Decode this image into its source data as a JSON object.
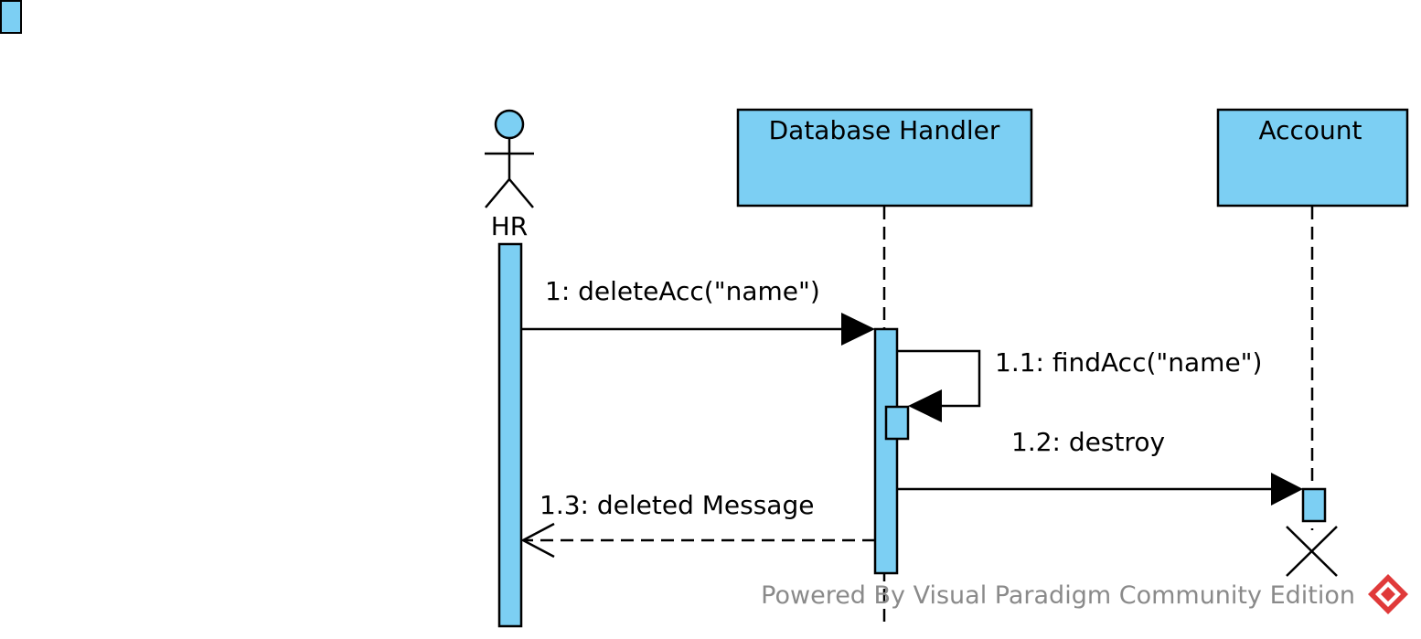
{
  "diagram": {
    "actor": {
      "label": "HR"
    },
    "lifelines": [
      {
        "id": "db",
        "label": "Database Handler"
      },
      {
        "id": "acc",
        "label": "Account"
      }
    ],
    "messages": [
      {
        "label": "1: deleteAcc(\"name\")"
      },
      {
        "label": "1.1: findAcc(\"name\")"
      },
      {
        "label": "1.2: destroy"
      },
      {
        "label": "1.3: deleted Message"
      }
    ]
  },
  "watermark": {
    "text": "Powered By Visual Paradigm Community Edition"
  },
  "colors": {
    "fill": "#7ccff3",
    "stroke": "#000000",
    "watermark": "#8a8a8a",
    "logo": "#e03a3a"
  }
}
